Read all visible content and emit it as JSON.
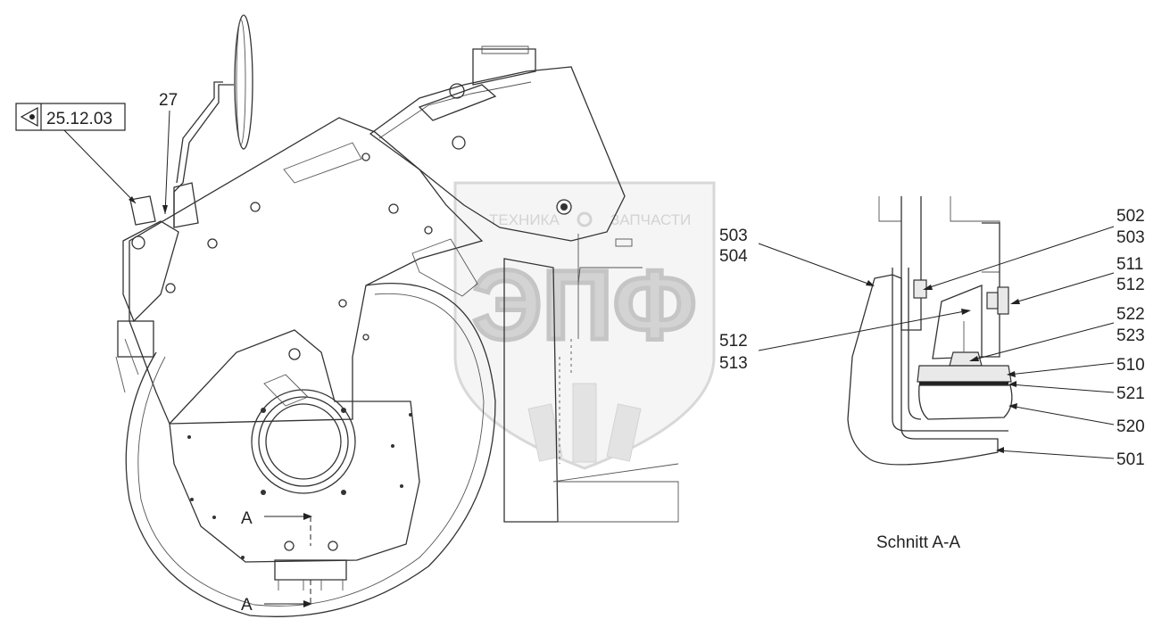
{
  "reference_box": {
    "text": "25.12.03"
  },
  "callouts": {
    "c27": "27",
    "c503a": "503",
    "c504": "504",
    "c512a": "512",
    "c513": "513",
    "c502": "502",
    "c503b": "503",
    "c511": "511",
    "c512b": "512",
    "c522": "522",
    "c523": "523",
    "c510": "510",
    "c521": "521",
    "c520": "520",
    "c501": "501"
  },
  "section_markers": {
    "top": "A",
    "bottom": "A"
  },
  "section_caption": "Schnitt A-A",
  "watermark": {
    "top_text_left": "ТЕХНИКА",
    "top_text_right": "ЗАПЧАСТИ",
    "big_text": "ЭПФ"
  }
}
